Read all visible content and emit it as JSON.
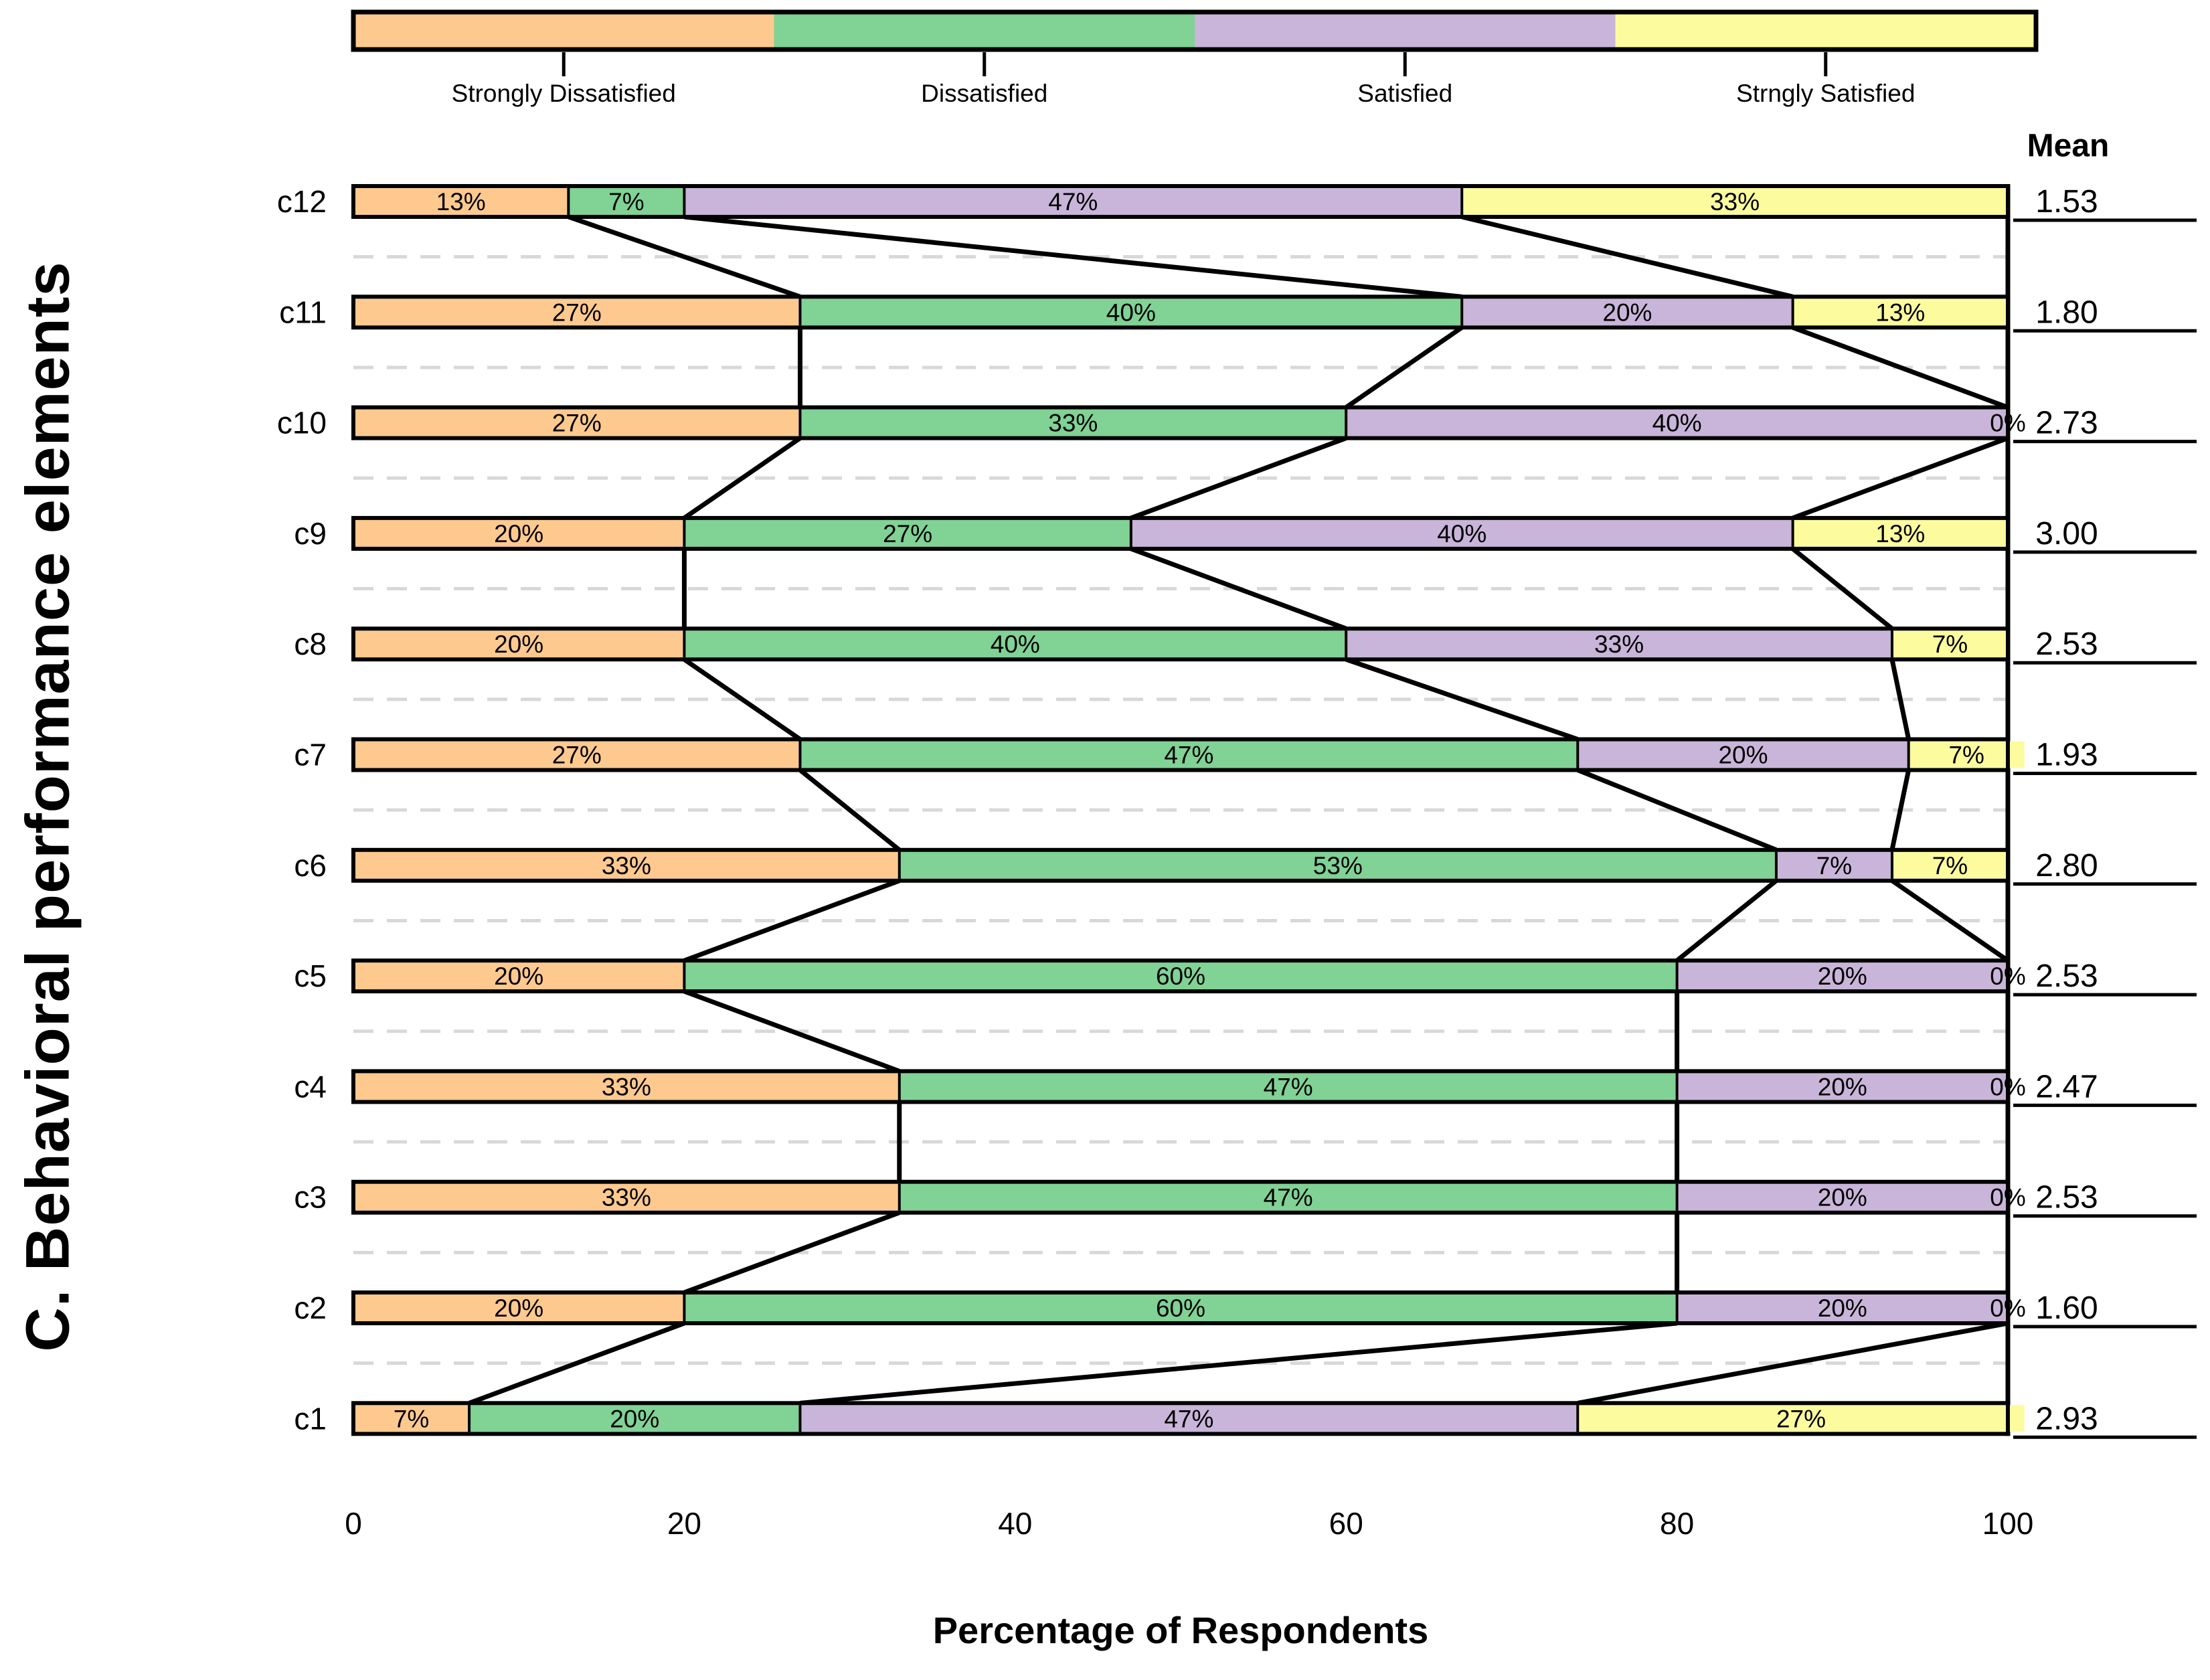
{
  "figure": {
    "y_axis_title": "C. Behavioral performance elements",
    "x_axis_title": "Percentage of Respondents",
    "mean_header": "Mean"
  },
  "chart_data": {
    "type": "bar",
    "subtype": "horizontal-stacked-likert-with-connectors",
    "title": "",
    "xlabel": "Percentage of Respondents",
    "ylabel": "C. Behavioral performance elements",
    "xlim": [
      0,
      100
    ],
    "x_ticks": [
      "0",
      "20",
      "40",
      "60",
      "80",
      "100"
    ],
    "x_tick_values": [
      0,
      20,
      40,
      60,
      80,
      100
    ],
    "grid": "dashed light-gray horizontal separator between each pair of rows",
    "legend_position": "top",
    "legend_equal_segments": true,
    "series_labels": [
      "Strongly Dissatisfied",
      "Dissatisfied",
      "Satisfied",
      "Strngly Satisfied"
    ],
    "series_colors": [
      "#FDC98F",
      "#80D295",
      "#C9B5D9",
      "#FCFC9F"
    ],
    "mean_column_header": "Mean",
    "value_label_suffix": "%",
    "categories_top_to_bottom": [
      "c12",
      "c11",
      "c10",
      "c9",
      "c8",
      "c7",
      "c6",
      "c5",
      "c4",
      "c3",
      "c2",
      "c1"
    ],
    "rows": [
      {
        "label": "c12",
        "values": [
          13,
          7,
          47,
          33
        ],
        "mean": "1.53"
      },
      {
        "label": "c11",
        "values": [
          27,
          40,
          20,
          13
        ],
        "mean": "1.80"
      },
      {
        "label": "c10",
        "values": [
          27,
          33,
          40,
          0
        ],
        "mean": "2.73"
      },
      {
        "label": "c9",
        "values": [
          20,
          27,
          40,
          13
        ],
        "mean": "3.00"
      },
      {
        "label": "c8",
        "values": [
          20,
          40,
          33,
          7
        ],
        "mean": "2.53"
      },
      {
        "label": "c7",
        "values": [
          27,
          47,
          20,
          7
        ],
        "mean": "1.93"
      },
      {
        "label": "c6",
        "values": [
          33,
          53,
          7,
          7
        ],
        "mean": "2.80"
      },
      {
        "label": "c5",
        "values": [
          20,
          60,
          20,
          0
        ],
        "mean": "2.53"
      },
      {
        "label": "c4",
        "values": [
          33,
          47,
          20,
          0
        ],
        "mean": "2.47"
      },
      {
        "label": "c3",
        "values": [
          33,
          47,
          20,
          0
        ],
        "mean": "2.53"
      },
      {
        "label": "c2",
        "values": [
          20,
          60,
          20,
          0
        ],
        "mean": "1.60"
      },
      {
        "label": "c1",
        "values": [
          7,
          20,
          47,
          27
        ],
        "mean": "2.93"
      }
    ]
  },
  "colors": {
    "bar_border": "#000000",
    "connector_line": "#000000",
    "gridline": "#D8D8D8",
    "text": "#000000",
    "background": "#FFFFFF"
  }
}
